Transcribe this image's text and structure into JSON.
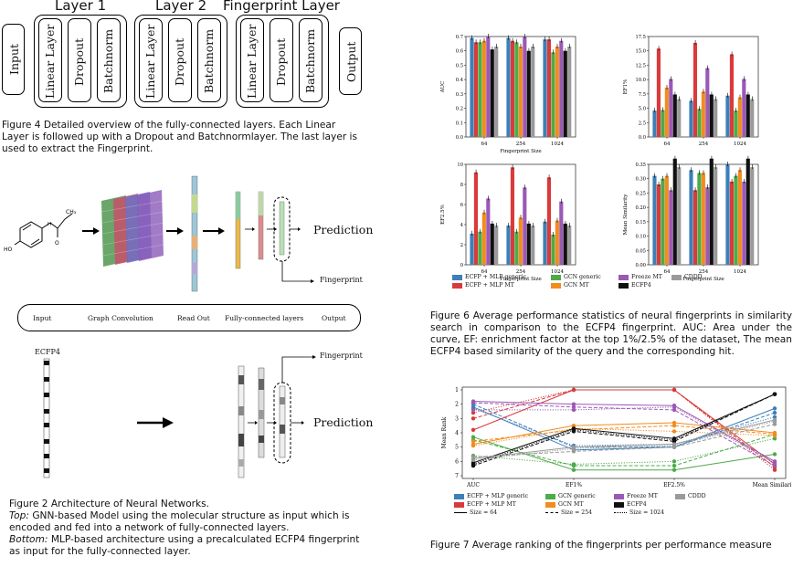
{
  "fig4": {
    "layer1": "Layer 1",
    "layer2": "Layer 2",
    "fp_layer": "Fingerprint Layer",
    "input": "Input",
    "output": "Output",
    "linear": "Linear Layer",
    "dropout": "Dropout",
    "batchnorm": "Batchnorm",
    "caption": "Figure 4 Detailed overview of the fully-connected layers. Each Linear Layer is followed up with a Dropout and Batchnormlayer. The last layer is used to extract the Fingerprint."
  },
  "fig2": {
    "prediction_top": "Prediction",
    "fingerprint_top": "Fingerprint",
    "pipeline": [
      "Input",
      "Graph Convolution",
      "Read Out",
      "Fully-connected layers",
      "Output"
    ],
    "ecfp4": "ECFP4",
    "fingerprint_bottom": "Fingerprint",
    "prediction_bottom": "Prediction",
    "caption_title": "Figure 2 Architecture of Neural Networks.",
    "top_label": "Top:",
    "top_text": "GNN-based Model using the molecular structure as input which is encoded and fed into a network of fully-connected layers.",
    "bottom_label": "Bottom:",
    "bottom_text": "MLP-based architecture using a precalculated ECFP4 fingerprint as input for the fully-connected layer."
  },
  "fig6": {
    "caption": "Figure 6 Average performance statistics of neural fingerprints in similarity search in comparison to the ECFP4 fingerprint. AUC: Area under the curve, EF: enrichment factor at the top 1%/2.5% of the dataset, The mean ECFP4 based similarity of the query and the corresponding hit.",
    "legend": [
      "ECFP + MLP generic",
      "ECFP + MLP MT",
      "GCN generic",
      "GCN MT",
      "Freeze MT",
      "ECFP4",
      "CDDD"
    ]
  },
  "fig7": {
    "caption": "Figure 7 Average ranking of the fingerprints per performance measure",
    "ylabel": "Mean Rank",
    "xlabels": [
      "AUC",
      "EF1%",
      "EF2.5%",
      "Mean Similarity"
    ],
    "legend": [
      "ECFP + MLP generic",
      "GCN generic",
      "Freeze MT",
      "CDDD",
      "ECFP + MLP MT",
      "GCN MT",
      "ECFP4"
    ],
    "size_legend": [
      "Size = 64",
      "Size = 254",
      "Size = 1024"
    ]
  },
  "chart_data": [
    {
      "type": "bar",
      "panel": "AUC",
      "categories": [
        "64",
        "254",
        "1024"
      ],
      "xlabel": "Fingerprint Size",
      "ylabel": "AUC",
      "ylim": [
        0,
        0.7
      ],
      "yticks": [
        "0.0",
        "0.1",
        "0.2",
        "0.3",
        "0.4",
        "0.5",
        "0.6",
        "0.7"
      ],
      "series": [
        {
          "name": "ECFP + MLP generic",
          "values": [
            0.69,
            0.69,
            0.68
          ]
        },
        {
          "name": "ECFP + MLP MT",
          "values": [
            0.66,
            0.67,
            0.68
          ]
        },
        {
          "name": "GCN generic",
          "values": [
            0.66,
            0.66,
            0.59
          ]
        },
        {
          "name": "GCN MT",
          "values": [
            0.67,
            0.63,
            0.63
          ]
        },
        {
          "name": "Freeze MT",
          "values": [
            0.7,
            0.7,
            0.67
          ]
        },
        {
          "name": "ECFP4",
          "values": [
            0.61,
            0.6,
            0.6
          ]
        },
        {
          "name": "CDDD",
          "values": [
            0.63,
            0.63,
            0.63
          ]
        }
      ]
    },
    {
      "type": "bar",
      "panel": "EF1%",
      "categories": [
        "64",
        "254",
        "1024"
      ],
      "xlabel": "",
      "ylabel": "EF1%",
      "ylim": [
        0,
        17.5
      ],
      "yticks": [
        "0.0",
        "2.5",
        "5.0",
        "7.5",
        "10.0",
        "12.5",
        "15.0",
        "17.5"
      ],
      "series": [
        {
          "name": "ECFP + MLP generic",
          "values": [
            4.6,
            6.3,
            7.2
          ]
        },
        {
          "name": "ECFP + MLP MT",
          "values": [
            15.4,
            16.4,
            14.4
          ]
        },
        {
          "name": "GCN generic",
          "values": [
            4.7,
            4.9,
            4.6
          ]
        },
        {
          "name": "GCN MT",
          "values": [
            8.6,
            7.9,
            6.9
          ]
        },
        {
          "name": "Freeze MT",
          "values": [
            10.1,
            12.0,
            10.1
          ]
        },
        {
          "name": "ECFP4",
          "values": [
            7.4,
            7.4,
            7.4
          ]
        },
        {
          "name": "CDDD",
          "values": [
            6.6,
            6.6,
            6.6
          ]
        }
      ]
    },
    {
      "type": "bar",
      "panel": "EF2.5%",
      "categories": [
        "64",
        "254",
        "1024"
      ],
      "xlabel": "Fingerprint Size",
      "ylabel": "EF2.5%",
      "ylim": [
        0,
        10
      ],
      "yticks": [
        "0",
        "2",
        "4",
        "6",
        "8",
        "10"
      ],
      "series": [
        {
          "name": "ECFP + MLP generic",
          "values": [
            3.1,
            3.9,
            4.3
          ]
        },
        {
          "name": "ECFP + MLP MT",
          "values": [
            9.2,
            9.7,
            8.7
          ]
        },
        {
          "name": "GCN generic",
          "values": [
            3.3,
            3.3,
            3.0
          ]
        },
        {
          "name": "GCN MT",
          "values": [
            5.2,
            4.7,
            4.4
          ]
        },
        {
          "name": "Freeze MT",
          "values": [
            6.6,
            7.7,
            6.3
          ]
        },
        {
          "name": "ECFP4",
          "values": [
            4.1,
            4.1,
            4.1
          ]
        },
        {
          "name": "CDDD",
          "values": [
            3.9,
            3.9,
            3.9
          ]
        }
      ]
    },
    {
      "type": "bar",
      "panel": "Mean Similarity",
      "categories": [
        "64",
        "254",
        "1024"
      ],
      "xlabel": "Fingerprint Size",
      "ylabel": "Mean Similarity",
      "ylim": [
        0,
        0.35
      ],
      "yticks": [
        "0.00",
        "0.05",
        "0.10",
        "0.15",
        "0.20",
        "0.25",
        "0.30",
        "0.35"
      ],
      "series": [
        {
          "name": "ECFP + MLP generic",
          "values": [
            0.31,
            0.33,
            0.35
          ]
        },
        {
          "name": "ECFP + MLP MT",
          "values": [
            0.28,
            0.26,
            0.29
          ]
        },
        {
          "name": "GCN generic",
          "values": [
            0.3,
            0.32,
            0.31
          ]
        },
        {
          "name": "GCN MT",
          "values": [
            0.31,
            0.32,
            0.33
          ]
        },
        {
          "name": "Freeze MT",
          "values": [
            0.26,
            0.27,
            0.29
          ]
        },
        {
          "name": "ECFP4",
          "values": [
            0.37,
            0.37,
            0.37
          ]
        },
        {
          "name": "CDDD",
          "values": [
            0.34,
            0.34,
            0.34
          ]
        }
      ]
    },
    {
      "type": "line",
      "panel": "Mean Rank",
      "categories": [
        "AUC",
        "EF1%",
        "EF2.5%",
        "Mean Similarity"
      ],
      "ylabel": "Mean Rank",
      "ylim": [
        7,
        1
      ],
      "yticks": [
        "1",
        "2",
        "3",
        "4",
        "5",
        "6",
        "7"
      ],
      "series": [
        {
          "name": "ECFP + MLP generic",
          "size": "64",
          "values": [
            2.2,
            5.2,
            5.0,
            2.3
          ]
        },
        {
          "name": "ECFP + MLP generic",
          "size": "254",
          "values": [
            2.0,
            5.0,
            5.0,
            2.6
          ]
        },
        {
          "name": "ECFP + MLP generic",
          "size": "1024",
          "values": [
            2.3,
            4.9,
            4.8,
            2.9
          ]
        },
        {
          "name": "ECFP + MLP MT",
          "size": "64",
          "values": [
            3.8,
            1.0,
            1.0,
            6.2
          ]
        },
        {
          "name": "ECFP + MLP MT",
          "size": "254",
          "values": [
            3.0,
            1.0,
            1.0,
            6.4
          ]
        },
        {
          "name": "ECFP + MLP MT",
          "size": "1024",
          "values": [
            2.6,
            1.0,
            1.0,
            6.6
          ]
        },
        {
          "name": "GCN generic",
          "size": "64",
          "values": [
            4.3,
            6.6,
            6.6,
            5.5
          ]
        },
        {
          "name": "GCN generic",
          "size": "254",
          "values": [
            4.5,
            6.3,
            6.3,
            4.1
          ]
        },
        {
          "name": "GCN generic",
          "size": "1024",
          "values": [
            5.6,
            6.2,
            6.0,
            4.4
          ]
        },
        {
          "name": "GCN MT",
          "size": "64",
          "values": [
            4.8,
            3.5,
            3.3,
            4.0
          ]
        },
        {
          "name": "GCN MT",
          "size": "254",
          "values": [
            4.6,
            3.8,
            3.5,
            4.1
          ]
        },
        {
          "name": "GCN MT",
          "size": "1024",
          "values": [
            4.9,
            3.7,
            3.9,
            4.2
          ]
        },
        {
          "name": "Freeze MT",
          "size": "64",
          "values": [
            1.8,
            2.0,
            2.1,
            6.0
          ]
        },
        {
          "name": "Freeze MT",
          "size": "254",
          "values": [
            1.9,
            2.2,
            2.4,
            6.3
          ]
        },
        {
          "name": "Freeze MT",
          "size": "1024",
          "values": [
            2.4,
            2.4,
            2.2,
            6.1
          ]
        },
        {
          "name": "ECFP4",
          "size": "64",
          "values": [
            6.1,
            3.7,
            4.4,
            1.3
          ]
        },
        {
          "name": "ECFP4",
          "size": "254",
          "values": [
            6.3,
            3.9,
            4.6,
            1.3
          ]
        },
        {
          "name": "ECFP4",
          "size": "1024",
          "values": [
            6.2,
            3.8,
            4.5,
            1.3
          ]
        },
        {
          "name": "CDDD",
          "size": "64",
          "values": [
            5.8,
            5.0,
            4.8,
            3.1
          ]
        },
        {
          "name": "CDDD",
          "size": "254",
          "values": [
            5.7,
            5.3,
            5.0,
            3.4
          ]
        },
        {
          "name": "CDDD",
          "size": "1024",
          "values": [
            5.9,
            5.1,
            4.9,
            3.2
          ]
        }
      ]
    }
  ],
  "colors": {
    "ECFP + MLP generic": "#3d7fb8",
    "ECFP + MLP MT": "#d93a3a",
    "GCN generic": "#4dab49",
    "GCN MT": "#f28c1e",
    "Freeze MT": "#9b59b6",
    "ECFP4": "#111111",
    "CDDD": "#9a9a9a"
  }
}
